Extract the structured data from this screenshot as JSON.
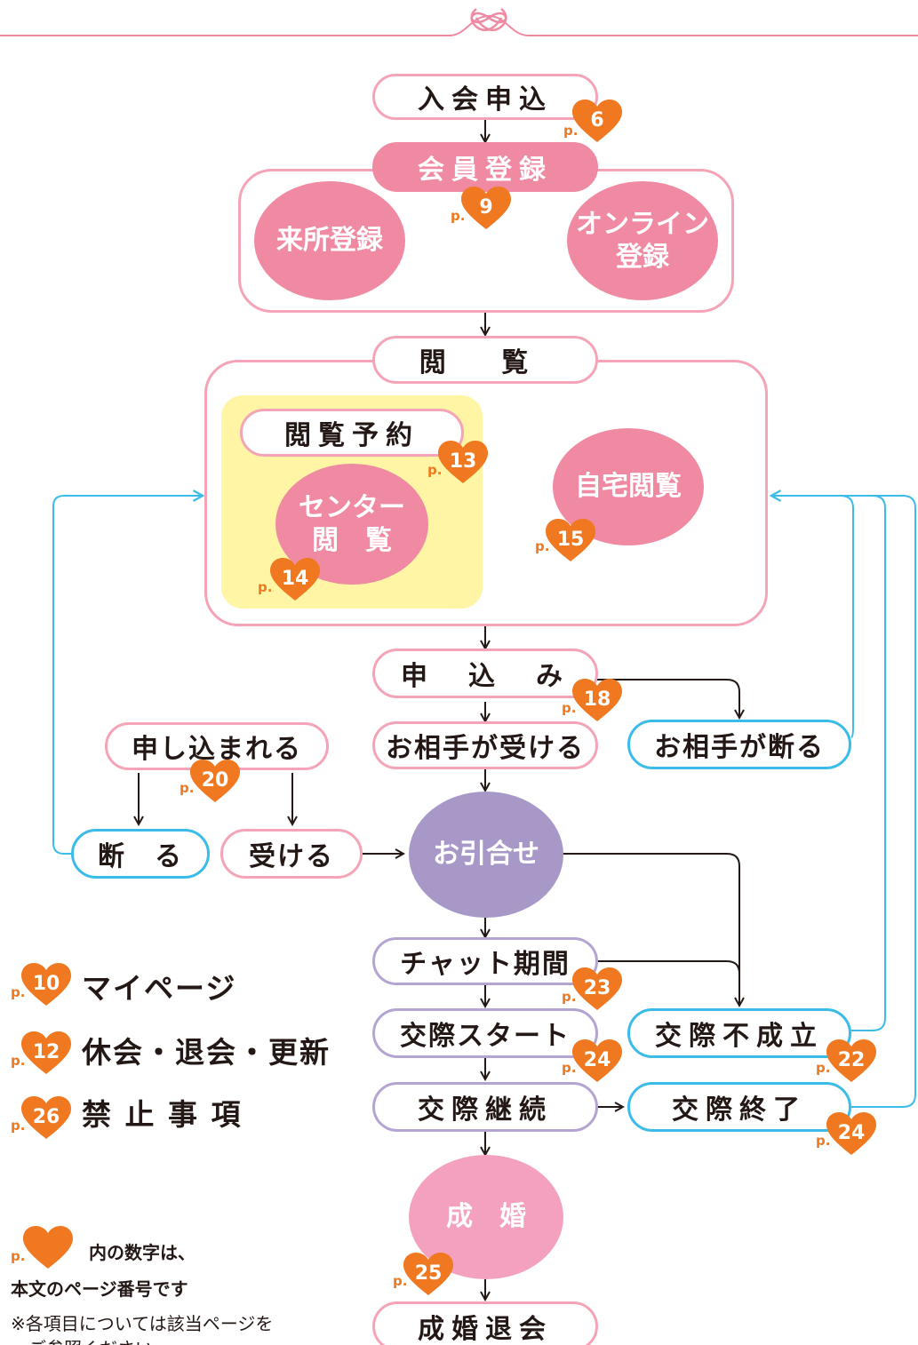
{
  "colors": {
    "pink_border": "#f4a4b6",
    "pink_fill": "#ef8aa2",
    "cyan": "#3bbce8",
    "purple_border": "#b4a4d2",
    "purple_fill": "#a898c8",
    "orange": "#ef7820",
    "yellow": "#fff5a5",
    "arrow": "#231815"
  },
  "flow": {
    "apply_membership": "入会申込",
    "member_registration": "会員登録",
    "visit_registration": "来所登録",
    "online_registration": "オンライン\n登録",
    "browse": "閲 覧",
    "browse_reservation": "閲覧予約",
    "center_browse": "センター\n閲　覧",
    "home_browse": "自宅閲覧",
    "apply": "申　込　み",
    "partner_accepts": "お相手が受ける",
    "partner_declines": "お相手が断る",
    "being_applied": "申し込まれる",
    "decline": "断　る",
    "accept": "受ける",
    "introduction": "お引合せ",
    "chat_period": "チャット期間",
    "dating_start": "交際スタート",
    "dating_failed": "交際不成立",
    "dating_continue": "交際継続",
    "dating_end": "交際終了",
    "marriage": "成　婚",
    "marriage_withdrawal": "成婚退会"
  },
  "page_refs": {
    "prefix": "p.",
    "apply_membership": "6",
    "member_registration": "9",
    "browse_reservation": "13",
    "center_browse": "14",
    "home_browse": "15",
    "apply": "18",
    "being_applied": "20",
    "chat_period": "23",
    "dating_start": "24",
    "dating_failed": "22",
    "dating_end": "24",
    "marriage": "25"
  },
  "legend": [
    {
      "page": "10",
      "label": "マイページ"
    },
    {
      "page": "12",
      "label": "休会・退会・更新"
    },
    {
      "page": "26",
      "label": "禁 止 事 項"
    }
  ],
  "notes": {
    "line1": "内の数字は、",
    "line2": "本文のページ番号です",
    "line3": "※各項目については該当ページを",
    "line4": "ご参照ください"
  }
}
